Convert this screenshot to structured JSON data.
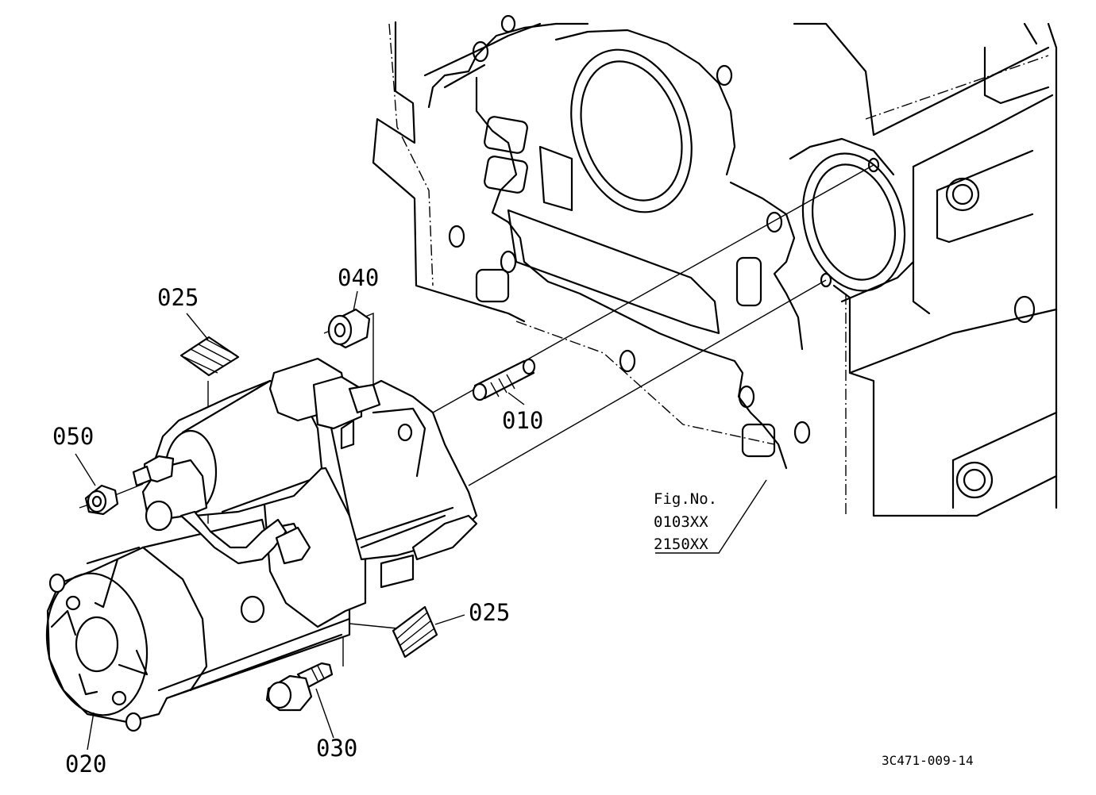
{
  "callouts": {
    "p010": "010",
    "p020": "020",
    "p025_top": "025",
    "p025_bottom": "025",
    "p030": "030",
    "p040": "040",
    "p050": "050"
  },
  "figure_ref": {
    "line1": "Fig.No.",
    "line2": "0103XX",
    "line3": "2150XX"
  },
  "drawing_id": "3C471-009-14"
}
